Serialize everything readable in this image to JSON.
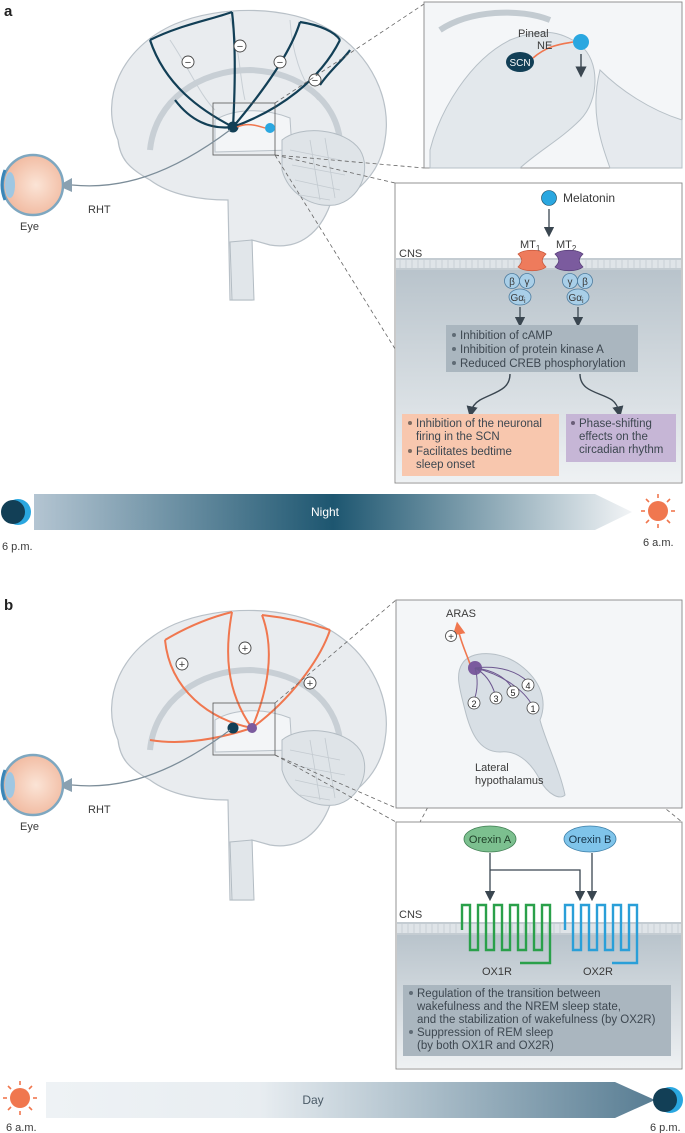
{
  "panel_a": {
    "letter": "a",
    "eye_label": "Eye",
    "rht_label": "RHT",
    "inhibit_sign": "−",
    "inset_top": {
      "pineal": "Pineal",
      "ne": "NE",
      "scn": "SCN"
    },
    "receptor_box": {
      "melatonin": "Melatonin",
      "cns": "CNS",
      "mt1": "MT",
      "mt1_sub": "1",
      "mt2": "MT",
      "mt2_sub": "2",
      "beta": "β",
      "gamma": "γ",
      "galpha": "Gα",
      "galpha_sub": "i",
      "effects": [
        "Inhibition of cAMP",
        "Inhibition of protein kinase A",
        "Reduced CREB phosphorylation"
      ],
      "left_outcome": [
        "Inhibition of the neuronal",
        "firing in the SCN",
        "Facilitates bedtime",
        "sleep onset"
      ],
      "right_outcome": [
        "Phase-shifting",
        "effects on the",
        "circadian rhythm"
      ]
    },
    "timeline": {
      "label": "Night",
      "start": "6 p.m.",
      "end": "6 a.m."
    }
  },
  "panel_b": {
    "letter": "b",
    "eye_label": "Eye",
    "rht_label": "RHT",
    "excite_sign": "+",
    "inset_top": {
      "aras": "ARAS",
      "numbers": [
        "2",
        "3",
        "5",
        "4",
        "1"
      ],
      "region_line1": "Lateral",
      "region_line2": "hypothalamus"
    },
    "receptor_box": {
      "orexin_a": "Orexin A",
      "orexin_b": "Orexin B",
      "cns": "CNS",
      "ox1r": "OX1R",
      "ox2r": "OX2R",
      "effects": [
        "Regulation of the transition between",
        "wakefulness and the NREM sleep state,",
        "and the stabilization of wakefulness (by OX2R)",
        "Suppression of REM sleep",
        "(by both OX1R and OX2R)"
      ]
    },
    "timeline": {
      "label": "Day",
      "start": "6 a.m.",
      "end": "6 p.m."
    }
  },
  "colors": {
    "melatonin_blue": "#2aa7e0",
    "scn_navy": "#123f56",
    "orange": "#f0774f",
    "mt1": "#ee7b5c",
    "mt2": "#7b5b9e",
    "ox1r": "#2aa04a",
    "ox2r": "#2a9fd8",
    "night_bar": "#1e5670",
    "day_bar": "#5b7f95"
  }
}
